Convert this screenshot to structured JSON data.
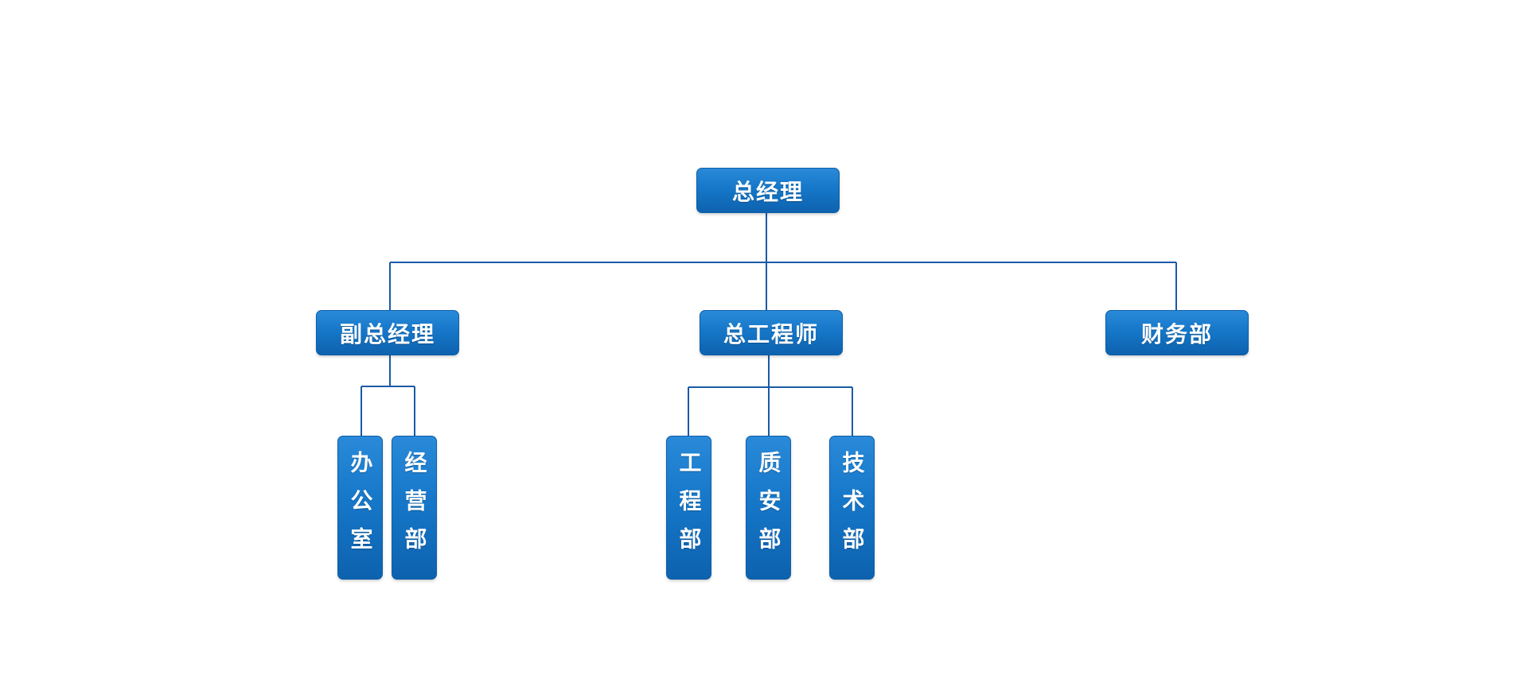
{
  "org_chart": {
    "root": {
      "label": "总经理"
    },
    "level2": [
      {
        "key": "dgm",
        "label": "副总经理"
      },
      {
        "key": "ce",
        "label": "总工程师"
      },
      {
        "key": "fin",
        "label": "财务部"
      }
    ],
    "level3": [
      {
        "key": "off",
        "parent": "dgm",
        "label": "办公室"
      },
      {
        "key": "ops",
        "parent": "dgm",
        "label": "经营部"
      },
      {
        "key": "eng",
        "parent": "ce",
        "label": "工程部"
      },
      {
        "key": "qs",
        "parent": "ce",
        "label": "质安部"
      },
      {
        "key": "tech",
        "parent": "ce",
        "label": "技术部"
      }
    ]
  },
  "colors": {
    "node_fill": "#1677c9",
    "node_border": "#0e5fa8",
    "connector": "#1a5aa6",
    "background": "#ffffff"
  }
}
